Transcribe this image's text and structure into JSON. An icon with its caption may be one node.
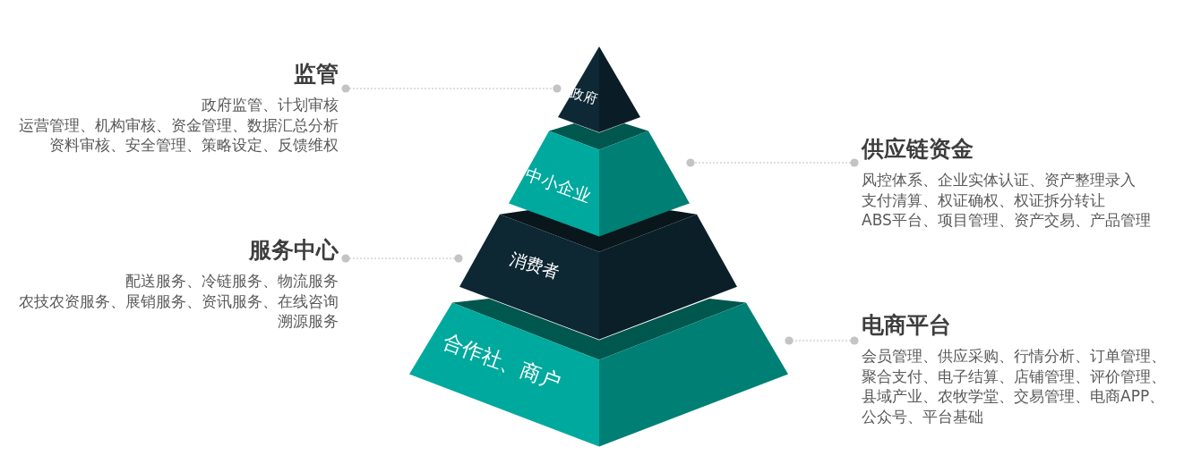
{
  "diagram": {
    "nodes": [
      {
        "text": [
          "政府"
        ]
      },
      {
        "text": [
          "中小企业"
        ]
      },
      {
        "text": [
          "消费者"
        ]
      },
      {
        "text": [
          "合作社、商户"
        ]
      },
      {
        "text": [
          "监管",
          "政府监管、计划审核",
          "运营管理、机构审核、资金管理、数据汇总分析",
          "资料审核、安全管理、策略设定、反馈维权"
        ]
      },
      {
        "text": [
          "供应链资金",
          "风控体系、企业实体认证、资产整理录入",
          "支付清算、权证确权、权证拆分转让",
          "ABS平台、项目管理、资产交易、产品管理"
        ]
      },
      {
        "text": [
          "服务中心",
          "配送服务、冷链服务、物流服务",
          "农技农资服务、展销服务、资讯服务、在线咨询",
          "溯源服务"
        ]
      },
      {
        "text": [
          "电商平台",
          "会员管理、供应采购、行情分析、订单管理、聚合支付、电子结算、店铺管理、评价管理、县域产业、农牧学堂、交易管理、电商APP、公众号、平台基础"
        ]
      }
    ],
    "edges": [
      {
        "from": 4,
        "to": 0,
        "arrow": "other",
        "style": "dashed"
      },
      {
        "from": 5,
        "to": 1,
        "arrow": "other",
        "style": "dashed"
      },
      {
        "from": 6,
        "to": 2,
        "arrow": "other",
        "style": "dashed"
      },
      {
        "from": 7,
        "to": 3,
        "arrow": "other",
        "style": "dashed"
      }
    ]
  }
}
